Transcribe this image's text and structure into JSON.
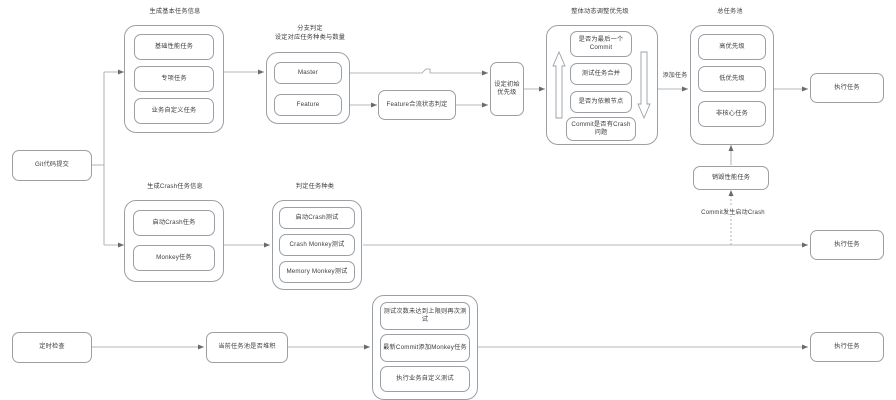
{
  "diagram": {
    "title_hidden": "",
    "colors": {
      "stroke": "#9aa0a6",
      "text": "#3c3c3c",
      "background": "#ffffff"
    },
    "group_labels": {
      "basic_task": "生成基本任务信息",
      "branch_decision": "分支判定\n设定对应任务种类与数量",
      "dynamic_priority": "整体动态调整优先级",
      "task_pool": "总任务池",
      "crash_task": "生成Crash任务信息",
      "task_kind": "判定任务种类"
    },
    "nodes": {
      "git_commit": "Git代码提交",
      "basic_perf_task": "基础性能任务",
      "special_task": "专项任务",
      "biz_custom_task": "业务自定义任务",
      "master": "Master",
      "feature": "Feature",
      "feature_merge_state": "Feature合流状态判定",
      "set_initial_priority": "设定初始优先级",
      "is_last_commit": "是否为最后一个Commit",
      "merge_test_tasks": "测试任务合并",
      "is_dependency_node": "是否为依赖节点",
      "commit_has_crash": "Commit是否有Crash问题",
      "high_priority": "高优先级",
      "low_priority": "低优先级",
      "non_core_task": "非核心任务",
      "destroy_perf_task": "销毁性能任务",
      "execute_task_top": "执行任务",
      "start_crash_task": "启动Crash任务",
      "monkey_task": "Monkey任务",
      "start_crash_test": "启动Crash测试",
      "crash_monkey_test": "Crash Monkey测试",
      "memory_monkey_test": "Memory Monkey测试",
      "execute_task_middle": "执行任务",
      "scheduled_check": "定时检查",
      "pool_backlog_check": "当前任务池是否堆积",
      "retest_if_under_limit": "测试次数未达到上限则再次测试",
      "latest_commit_add_monkey": "最新Commit添加Monkey任务",
      "run_biz_custom_test": "执行业务自定义测试",
      "execute_task_bottom": "执行任务"
    },
    "edge_labels": {
      "add_task": "添加任务",
      "commit_crash_occurs": "Commit发生启动Crash"
    }
  }
}
